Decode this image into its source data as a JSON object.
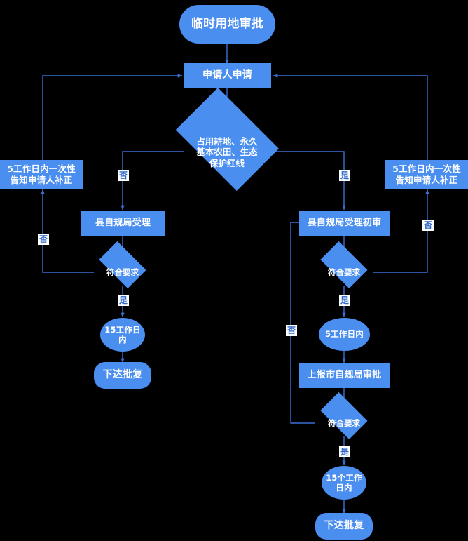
{
  "diagram": {
    "title": "临时用地审批",
    "background_color": "#000000",
    "node_fill": "#4a8ef0",
    "node_text_color": "#ffffff",
    "edge_color": "#3b6fd4",
    "edge_label_bg": "#ffffff",
    "edge_label_color": "#2c66c8",
    "nodes": [
      {
        "id": "start",
        "label": "临时用地审批",
        "shape": "stadium"
      },
      {
        "id": "apply",
        "label": "申请人申请",
        "shape": "rect"
      },
      {
        "id": "decision_land",
        "label": "占用耕地、永久\n基本农田、生态\n保护红线",
        "shape": "diamond"
      },
      {
        "id": "notify_left",
        "label": "5工作日内一次性\n告知申请人补正",
        "shape": "rect"
      },
      {
        "id": "notify_right",
        "label": "5工作日内一次性\n告知申请人补正",
        "shape": "rect"
      },
      {
        "id": "accept_left",
        "label": "县自规局受理",
        "shape": "rect"
      },
      {
        "id": "accept_right",
        "label": "县自规局受理初审",
        "shape": "rect"
      },
      {
        "id": "check_left",
        "label": "符合要求",
        "shape": "diamond"
      },
      {
        "id": "check_right",
        "label": "符合要求",
        "shape": "diamond"
      },
      {
        "id": "days15_left",
        "label": "15工作日\n内",
        "shape": "ellipse"
      },
      {
        "id": "reply_left",
        "label": "下达批复",
        "shape": "rounded"
      },
      {
        "id": "days5_right",
        "label": "5工作日内",
        "shape": "ellipse"
      },
      {
        "id": "report_city",
        "label": "上报市自规局审批",
        "shape": "rect"
      },
      {
        "id": "check_city",
        "label": "符合要求",
        "shape": "diamond"
      },
      {
        "id": "days15_right",
        "label": "15个工作\n日内",
        "shape": "ellipse"
      },
      {
        "id": "reply_right",
        "label": "下达批复",
        "shape": "rounded"
      }
    ],
    "edge_labels": {
      "branch_no": "否",
      "branch_yes": "是",
      "left_check_no": "否",
      "left_check_yes": "是",
      "right_check_no": "否",
      "right_check_yes": "是",
      "city_check_no": "否",
      "city_check_yes": "是"
    },
    "edges": [
      {
        "from": "start",
        "to": "apply",
        "label": ""
      },
      {
        "from": "apply",
        "to": "decision_land",
        "label": ""
      },
      {
        "from": "decision_land",
        "to": "accept_left",
        "label": "否"
      },
      {
        "from": "decision_land",
        "to": "accept_right",
        "label": "是"
      },
      {
        "from": "accept_left",
        "to": "check_left",
        "label": ""
      },
      {
        "from": "check_left",
        "to": "notify_left",
        "label": "否"
      },
      {
        "from": "check_left",
        "to": "days15_left",
        "label": "是"
      },
      {
        "from": "notify_left",
        "to": "apply",
        "label": ""
      },
      {
        "from": "days15_left",
        "to": "reply_left",
        "label": ""
      },
      {
        "from": "accept_right",
        "to": "check_right",
        "label": ""
      },
      {
        "from": "check_right",
        "to": "notify_right",
        "label": "否"
      },
      {
        "from": "check_right",
        "to": "days5_right",
        "label": "是"
      },
      {
        "from": "notify_right",
        "to": "apply",
        "label": ""
      },
      {
        "from": "days5_right",
        "to": "report_city",
        "label": ""
      },
      {
        "from": "report_city",
        "to": "check_city",
        "label": ""
      },
      {
        "from": "check_city",
        "to": "accept_right",
        "label": "否"
      },
      {
        "from": "check_city",
        "to": "days15_right",
        "label": "是"
      },
      {
        "from": "days15_right",
        "to": "reply_right",
        "label": ""
      }
    ]
  }
}
